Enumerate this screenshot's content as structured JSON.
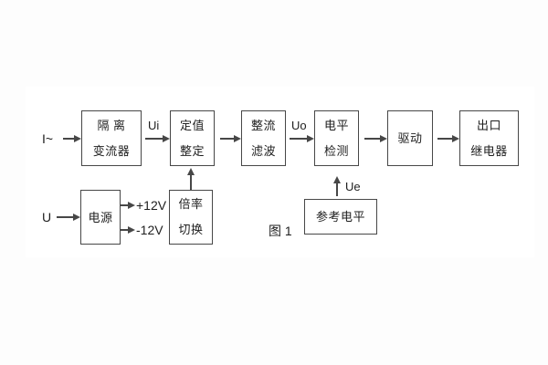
{
  "figure": {
    "caption": "图 1"
  },
  "signals": {
    "input_current": "I~",
    "input_voltage": "U",
    "ui": "Ui",
    "uo": "Uo",
    "ue": "Ue",
    "rail_positive": "+12V",
    "rail_negative": "-12V"
  },
  "blocks": {
    "isolation_transformer": {
      "line1": "隔 离",
      "line2": "变流器"
    },
    "setting_adjust": {
      "line1": "定值",
      "line2": "整定"
    },
    "rectify_filter": {
      "line1": "整流",
      "line2": "滤波"
    },
    "level_detect": {
      "line1": "电平",
      "line2": "检测"
    },
    "drive": {
      "line1": "驱动"
    },
    "output_relay": {
      "line1": "出口",
      "line2": "继电器"
    },
    "power_supply": {
      "line1": "电源"
    },
    "ratio_switch": {
      "line1": "倍率",
      "line2": "切换"
    },
    "reference_level": {
      "line1": "参考电平"
    }
  },
  "colors": {
    "line": "#474747",
    "text": "#1e1e1e",
    "canvas": "#ffffff",
    "page": "#fdfdfd"
  }
}
